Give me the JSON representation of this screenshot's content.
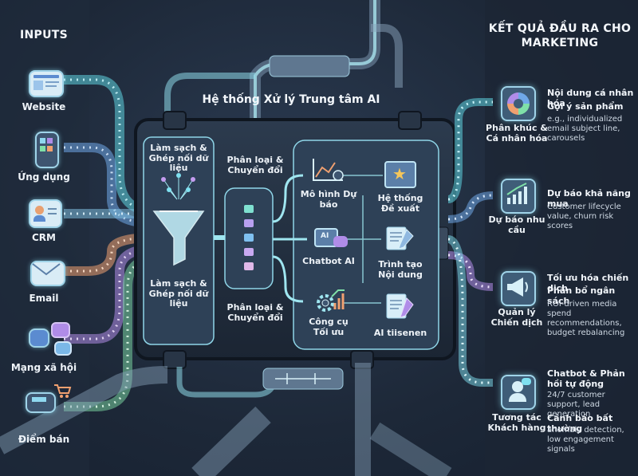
{
  "title": "Hệ thống Xử lý Trung tâm AI",
  "inputs": {
    "header": "INPUTS",
    "items": [
      {
        "label": "Website",
        "icon": "website-icon"
      },
      {
        "label": "Ứng dụng",
        "icon": "mobile-app-icon"
      },
      {
        "label": "CRM",
        "icon": "crm-contact-icon"
      },
      {
        "label": "Email",
        "icon": "email-icon"
      },
      {
        "label": "Mạng xã hội",
        "icon": "social-media-icon"
      },
      {
        "label": "Điểm bán",
        "icon": "point-of-sale-icon"
      }
    ]
  },
  "processing": {
    "clean_top": "Làm sạch & Ghép nối dữ liệu",
    "clean_bottom": "Làm sạch & Ghép nối dữ liệu",
    "classify_top": "Phân loại & Chuyển đổi",
    "classify_bottom": "Phân loại & Chuyển đổi",
    "modules": [
      {
        "label": "Mô hình Dự báo",
        "icon": "forecast-chart-icon"
      },
      {
        "label": "Hệ thống Đề xuất",
        "icon": "recommendation-star-icon"
      },
      {
        "label": "Chatbot AI",
        "icon": "chatbot-icon"
      },
      {
        "label": "Trình tạo Nội dung",
        "icon": "content-writer-icon"
      },
      {
        "label": "Công cụ Tối ưu",
        "icon": "optimization-gear-icon"
      },
      {
        "label": "AI tiisenen",
        "icon": "ai-document-icon"
      }
    ]
  },
  "outputs": {
    "header": "KẾT QUẢ ĐẦU RA CHO MARKETING",
    "items": [
      {
        "label": "Phân khúc & Cá nhân hóa",
        "icon": "segmentation-pie-icon",
        "bullets": [
          "Nội dung cá nhân hóa",
          "Gợi ý sản phẩm"
        ],
        "detail": "e.g., individualized email subject line, carousels"
      },
      {
        "label": "Dự báo nhu cầu",
        "icon": "demand-forecast-icon",
        "bullets": [
          "Dự báo khả năng mua"
        ],
        "detail": "Customer lifecycle value, churn risk scores"
      },
      {
        "label": "Quản lý Chiến dịch",
        "icon": "megaphone-icon",
        "bullets": [
          "Tối ưu hóa chiến dịch",
          "Phân bổ ngân sách"
        ],
        "detail": "ROI-driven media spend recommendations, budget rebalancing"
      },
      {
        "label": "Tương tác Khách hàng",
        "icon": "customer-chat-icon",
        "bullets": [
          "Chatbot & Phản hồi tự động",
          "Cảnh báo bất thường"
        ],
        "detail": "24/7 customer support, lead generation",
        "detail2": "anomaly detection, low engagement signals"
      }
    ]
  },
  "colors": {
    "teal": "#5fd3e0",
    "blue": "#6fa8e8",
    "purple": "#b08ce8",
    "orange": "#f0a070",
    "green": "#7fe0a8"
  }
}
